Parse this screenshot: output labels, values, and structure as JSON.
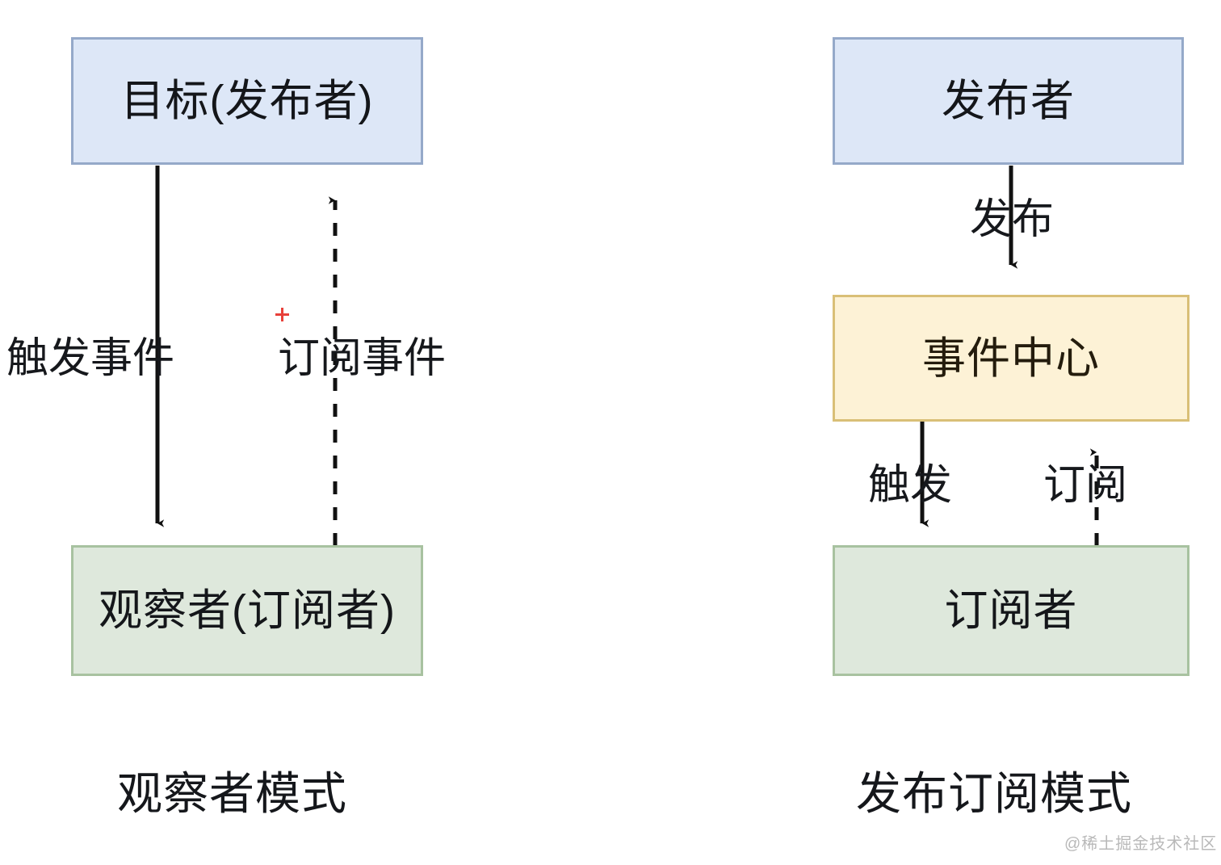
{
  "diagram": {
    "title_left": "观察者模式",
    "title_right": "发布订阅模式",
    "watermark": "@稀土掘金技术社区",
    "colors": {
      "blue_fill": "#dde7f7",
      "blue_border": "#95a9c9",
      "green_fill": "#dee8dc",
      "green_border": "#a8c2a0",
      "orange_fill": "#fdf2d6",
      "orange_border": "#d9bf77",
      "arrow": "#111111",
      "cursor_marker": "#e8403a",
      "background": "#ffffff",
      "text": "#15171b"
    },
    "observer": {
      "nodes": {
        "subject": "目标(发布者)",
        "observer": "观察者(订阅者)"
      },
      "edges": {
        "trigger": "触发事件",
        "subscribe": "订阅事件"
      }
    },
    "pubsub": {
      "nodes": {
        "publisher": "发布者",
        "event_center": "事件中心",
        "subscriber": "订阅者"
      },
      "edges": {
        "publish": "发布",
        "trigger": "触发",
        "subscribe": "订阅"
      }
    }
  }
}
